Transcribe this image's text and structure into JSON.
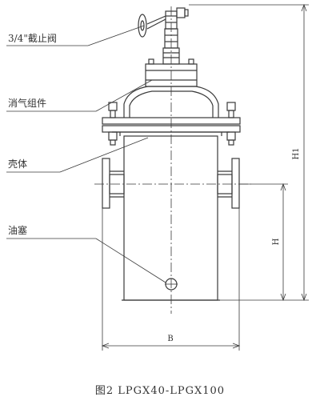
{
  "labels": {
    "valve": "3/4\"截止阀",
    "silencer": "消气组件",
    "shell": "壳体",
    "plug": "油塞"
  },
  "dimensions": {
    "overall_height": "H1",
    "height": "H",
    "width": "B"
  },
  "caption": "图2  LPGX40-LPGX100",
  "colors": {
    "line": "#3a3a3a",
    "text": "#333333",
    "background": "#ffffff"
  }
}
